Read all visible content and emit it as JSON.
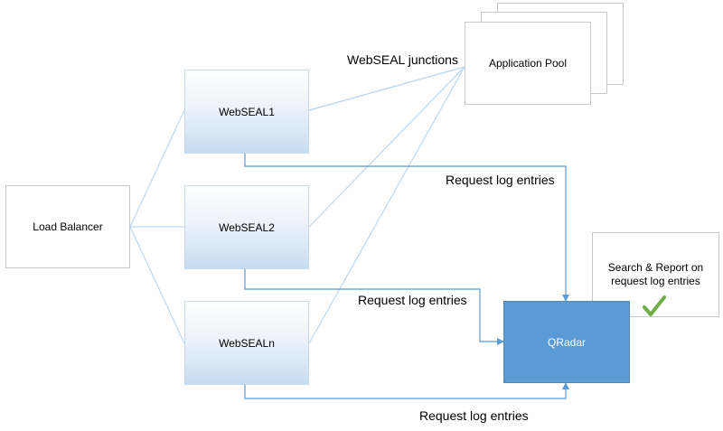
{
  "nodes": {
    "load_balancer": "Load Balancer",
    "webseal1": "WebSEAL1",
    "webseal2": "WebSEAL2",
    "webseal_n": "WebSEALn",
    "app_pool": "Application Pool",
    "qradar": "QRadar",
    "search_report": "Search & Report on request log entries"
  },
  "labels": {
    "junctions": "WebSEAL junctions",
    "log_1": "Request log entries",
    "log_2": "Request log entries",
    "log_n": "Request log entries"
  },
  "colors": {
    "qradar_fill": "#5b9bd5",
    "connector_light": "#bdd7ee",
    "connector_dark": "#5b9bd5",
    "check_green": "#70ad47"
  },
  "icons": {
    "check": "check-mark-icon"
  }
}
